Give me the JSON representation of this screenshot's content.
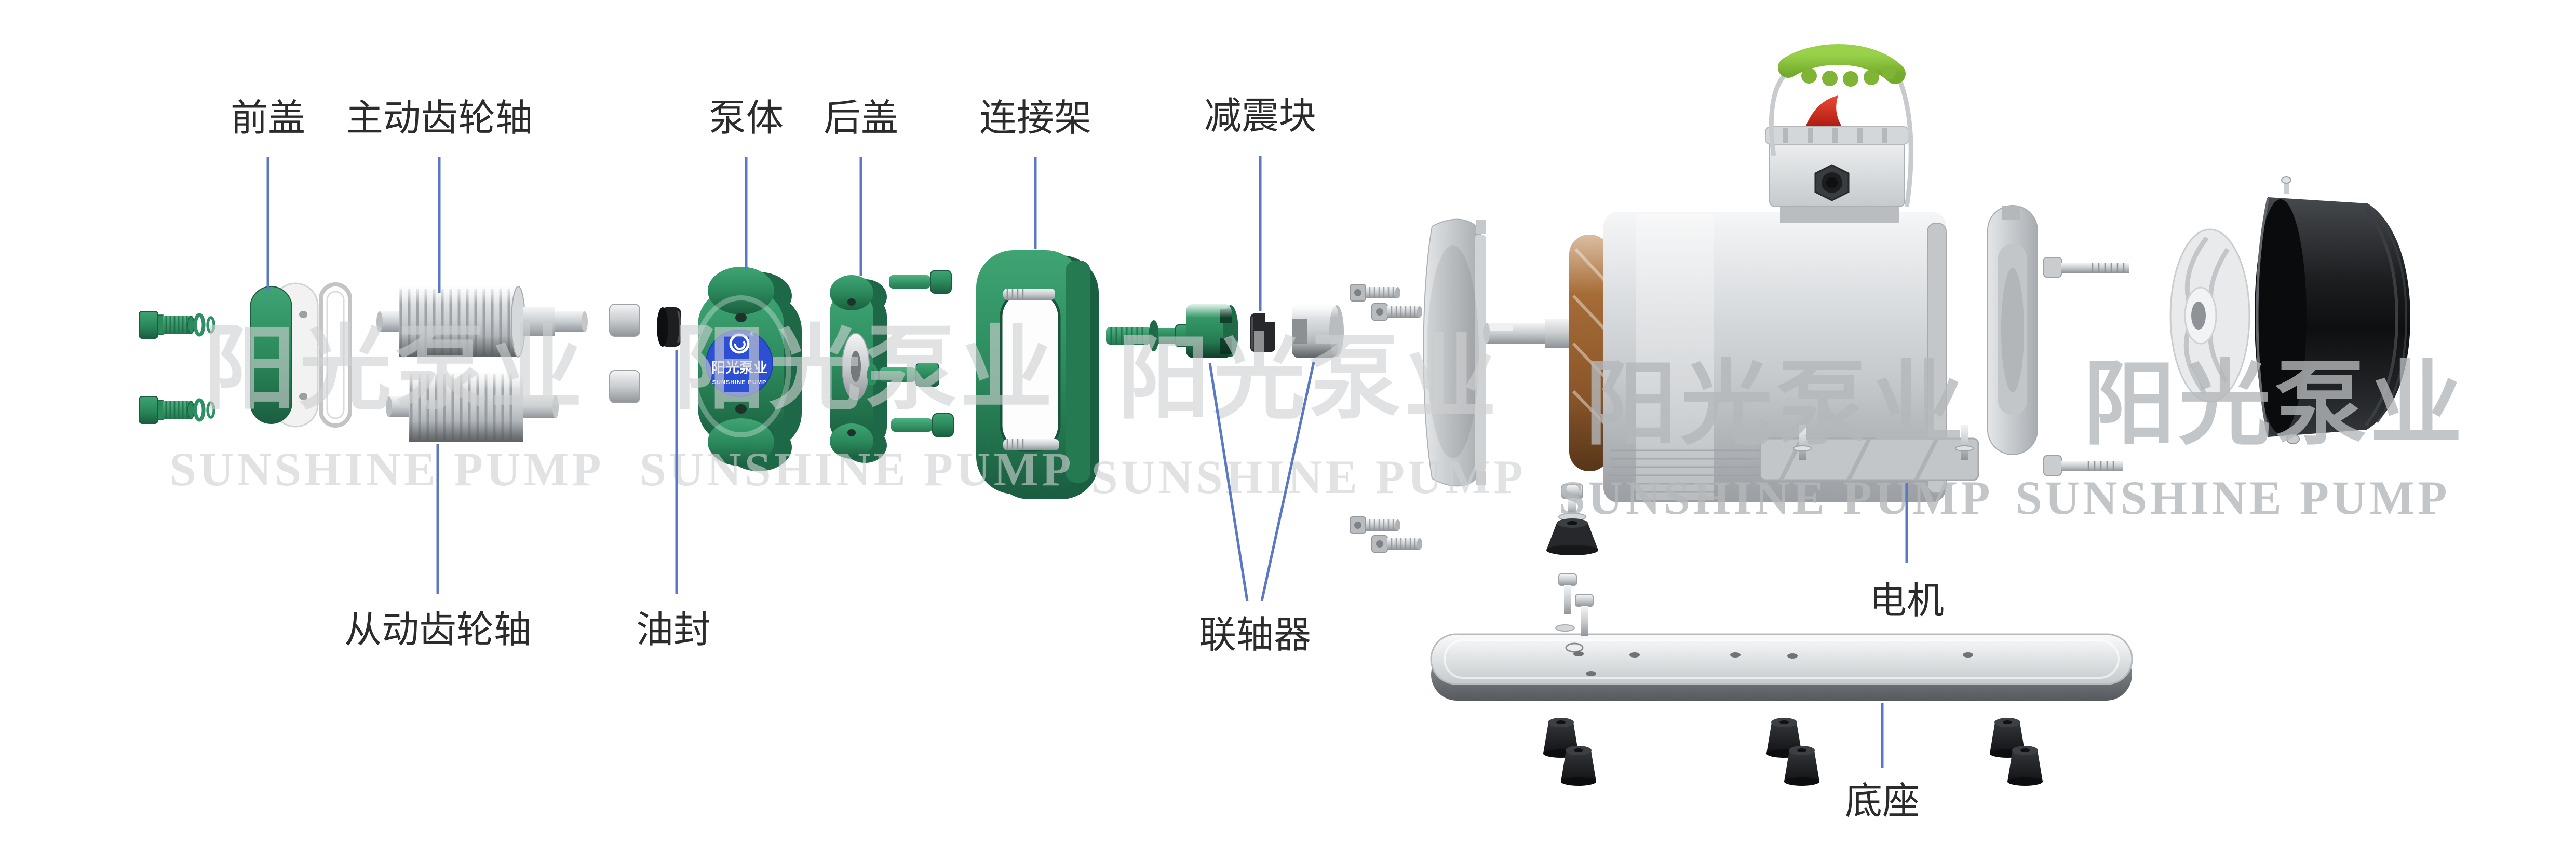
{
  "watermark": {
    "cn": "阳光泵业",
    "en": "SUNSHINE PUMP"
  },
  "brand_badge": {
    "cn": "阳光泵业",
    "en": "SUNSHINE PUMP",
    "mark": "®"
  },
  "labels": {
    "front_cover": "前盖",
    "driving_gear_shaft": "主动齿轮轴",
    "pump_body": "泵体",
    "rear_cover": "后盖",
    "connecting_frame": "连接架",
    "damper_block": "减震块",
    "driven_gear_shaft": "从动齿轮轴",
    "oil_seal": "油封",
    "coupling": "联轴器",
    "motor": "电机",
    "base": "底座"
  },
  "colors": {
    "pump_green": "#2b8a5c",
    "dark_green": "#1d6847",
    "lime_handle": "#8dc63f",
    "badge_blue": "#2d4fd3",
    "lever_red": "#d6291e",
    "leader_blue": "#5b79c2",
    "label_text": "#2b2b2b",
    "watermark_gray": "#cfd1d2",
    "metal_gray": "#c9cdd0",
    "copper": "#9c6434",
    "rubber_black": "#1b1d1f",
    "background": "#ffffff"
  }
}
